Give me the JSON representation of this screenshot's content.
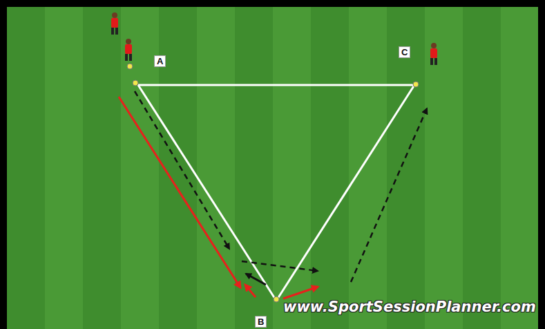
{
  "diagram": {
    "nodes": [
      {
        "text": [
          "A"
        ]
      },
      {
        "text": [
          "C"
        ]
      },
      {
        "text": [
          "B"
        ]
      }
    ],
    "labels": [
      "www.SportSessionPlanner.com"
    ]
  }
}
